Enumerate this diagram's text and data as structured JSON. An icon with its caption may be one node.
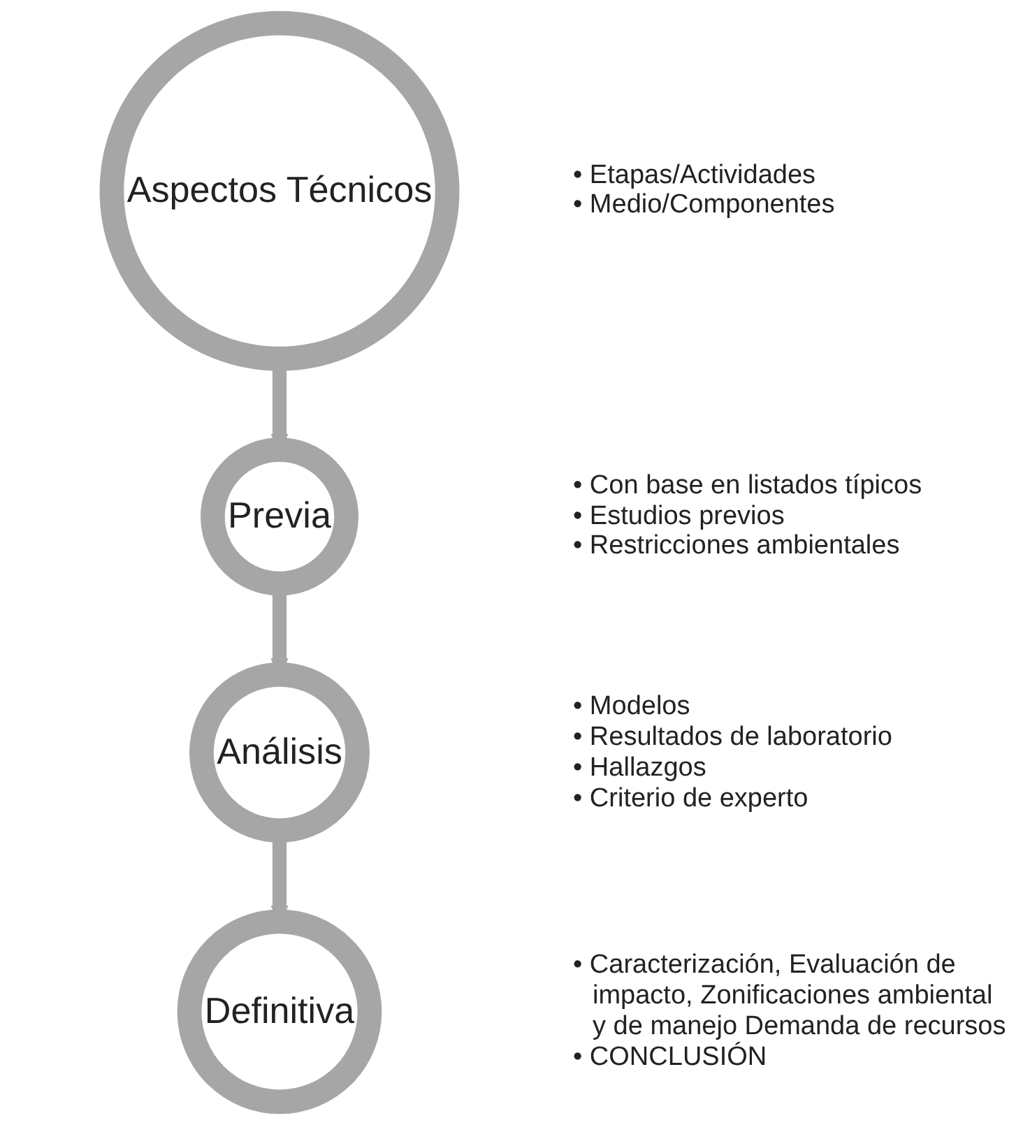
{
  "diagram": {
    "nodes": [
      {
        "text": [
          "Aspectos Técnicos"
        ],
        "beside": [
          "• Etapas/Actividades",
          "• Medio/Componentes"
        ]
      },
      {
        "text": [
          "Previa"
        ],
        "beside": [
          "• Con base en listados típicos",
          "• Estudios previos",
          "• Restricciones ambientales"
        ]
      },
      {
        "text": [
          "Análisis"
        ],
        "beside": [
          "• Modelos",
          "• Resultados de laboratorio",
          "• Hallazgos",
          "• Criterio de experto"
        ]
      },
      {
        "text": [
          "Definitiva"
        ],
        "beside": [
          "• Caracterización, Evaluación de impacto, Zonificaciones ambiental y de manejo Demanda de recursos",
          "• CONCLUSIÓN"
        ]
      }
    ],
    "edges": [
      {
        "from": 0,
        "to": 1,
        "arrow": "to"
      },
      {
        "from": 1,
        "to": 2,
        "arrow": "to"
      },
      {
        "from": 2,
        "to": 3,
        "arrow": "to"
      }
    ]
  }
}
